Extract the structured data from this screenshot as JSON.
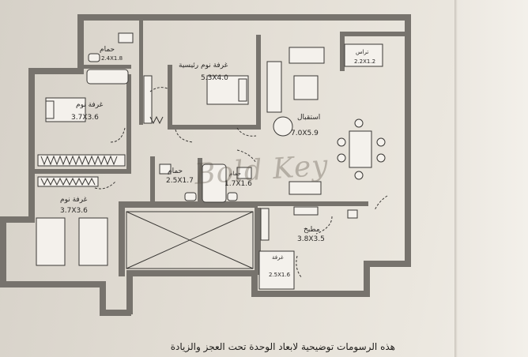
{
  "rooms": {
    "bathroom_top": {
      "name": "حمام",
      "size": "2.4X1.8"
    },
    "master_bedroom": {
      "name": "غرفة نوم رئيسية",
      "size": "5.3X4.0"
    },
    "terrace": {
      "name": "تراس",
      "size": "2.2X1.2"
    },
    "bedroom_1": {
      "name": "غرفة نوم",
      "size": "3.7X3.6"
    },
    "reception": {
      "name": "استقبال",
      "size": "7.0X5.9"
    },
    "bathroom_mid": {
      "name": "حمام",
      "size": "2.5X1.7"
    },
    "wc": {
      "name": "حمام",
      "size": "1.7X1.6"
    },
    "bedroom_2": {
      "name": "غرفة نوم",
      "size": "3.7X3.6"
    },
    "kitchen": {
      "name": "مطبخ",
      "size": "3.8X3.5"
    },
    "small_room": {
      "name": "غرفة",
      "size": "2.5X1.6"
    }
  },
  "watermark": "Bold Key",
  "caption": "هذه الرسومات توضيحية لابعاد الوحدة تحت العجز والزيادة"
}
